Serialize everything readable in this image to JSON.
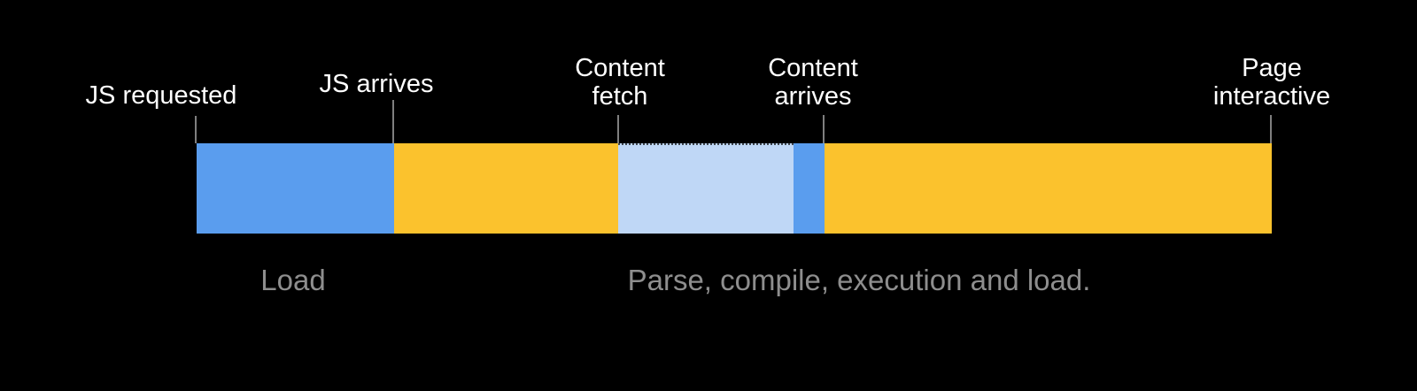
{
  "diagram": {
    "kind": "js-loading-timeline",
    "milestones": [
      {
        "label": "JS requested"
      },
      {
        "label": "JS arrives"
      },
      {
        "label": "Content\nfetch"
      },
      {
        "label": "Content\narrives"
      },
      {
        "label": "Page\ninteractive"
      }
    ],
    "segments": [
      {
        "color": "#5a9dee",
        "dotted_top": false
      },
      {
        "color": "#fbc22d",
        "dotted_top": false
      },
      {
        "color": "#bfd7f6",
        "dotted_top": true
      },
      {
        "color": "#5a9dee",
        "dotted_top": false
      },
      {
        "color": "#fbc22d",
        "dotted_top": false
      }
    ],
    "phases": [
      {
        "label": "Load"
      },
      {
        "label": "Parse, compile, execution and load."
      }
    ]
  },
  "colors": {
    "background": "#000000",
    "milestone_text": "#ffffff",
    "tick": "#7f7f7f",
    "phase_text": "#8e8e8e",
    "network_blue": "#5a9dee",
    "process_yellow": "#fbc22d",
    "fetch_light_blue": "#bfd7f6"
  }
}
